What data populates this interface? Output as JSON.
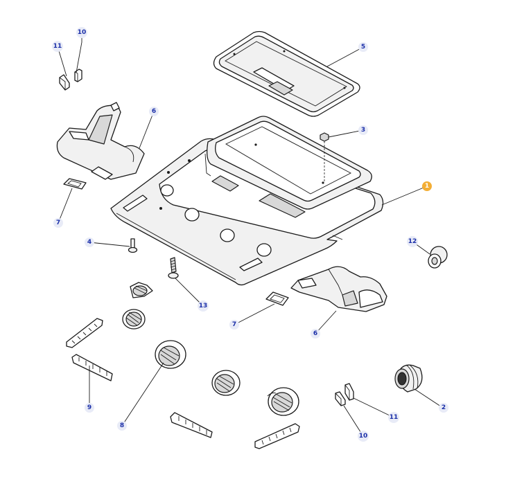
{
  "diagram": {
    "callouts": [
      {
        "id": "c1",
        "label": "1",
        "highlighted": true
      },
      {
        "id": "c2",
        "label": "2"
      },
      {
        "id": "c3",
        "label": "3"
      },
      {
        "id": "c4",
        "label": "4"
      },
      {
        "id": "c5",
        "label": "5"
      },
      {
        "id": "c6a",
        "label": "6"
      },
      {
        "id": "c6b",
        "label": "6"
      },
      {
        "id": "c7a",
        "label": "7"
      },
      {
        "id": "c7b",
        "label": "7"
      },
      {
        "id": "c8",
        "label": "8"
      },
      {
        "id": "c9",
        "label": "9"
      },
      {
        "id": "c10a",
        "label": "10"
      },
      {
        "id": "c10b",
        "label": "10"
      },
      {
        "id": "c11a",
        "label": "11"
      },
      {
        "id": "c11b",
        "label": "11"
      },
      {
        "id": "c12",
        "label": "12"
      },
      {
        "id": "c13",
        "label": "13"
      }
    ],
    "colors": {
      "callout_text": "#1b2fa8",
      "callout_bg": "#e8ebf7",
      "highlight": "#f3ae35",
      "line": "#1a1a1a"
    }
  }
}
